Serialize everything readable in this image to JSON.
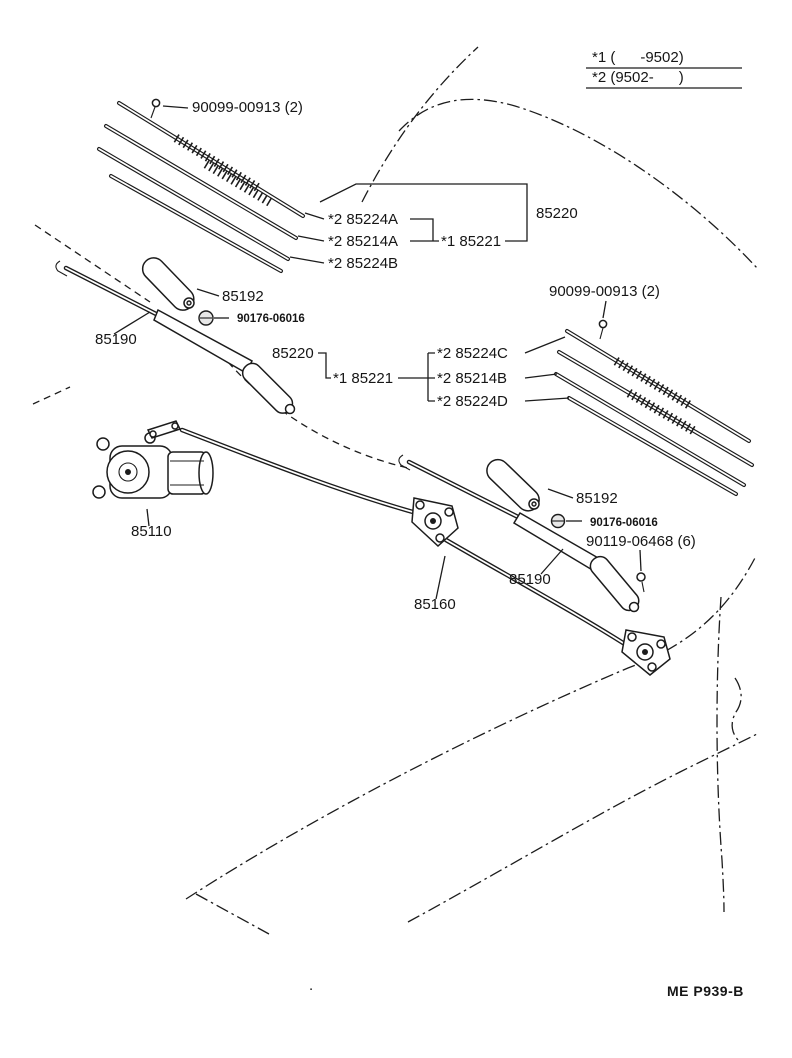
{
  "legend": {
    "line1": "*1 (      -9502)",
    "line2": "*2 (9502-      )"
  },
  "labels": {
    "bolt_top": "90099-00913 (2)",
    "blade_top_1": "*2 85224A",
    "blade_top_2": "*2 85214A",
    "blade_top_3": "*2 85224B",
    "blade_top_sub": "*1 85221",
    "blade_top_assy": "85220",
    "arm_head_left": "85192",
    "pivot_screw_left": "90176-06016",
    "arm_left": "85190",
    "blade_mid_assy": "85220",
    "blade_mid_sub": "*1 85221",
    "blade_mid_1": "*2 85224C",
    "blade_mid_2": "*2 85214B",
    "blade_mid_3": "*2 85224D",
    "bolt_mid": "90099-00913 (2)",
    "motor": "85110",
    "arm_head_right": "85192",
    "pivot_screw_right": "90176-06016",
    "pivot_bolt_right": "90119-06468 (6)",
    "arm_right": "85190",
    "linkage": "85160",
    "footer_dot": ".",
    "footer_code": "ME P939-B"
  }
}
